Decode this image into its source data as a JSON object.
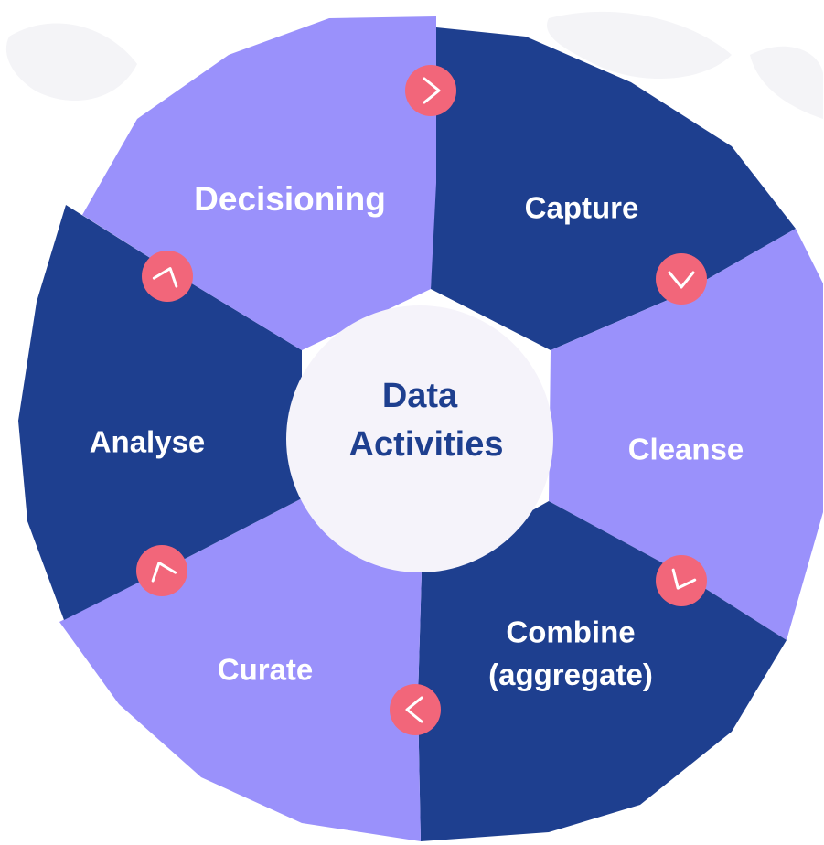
{
  "diagram": {
    "center": {
      "line1": "Data",
      "line2": "Activities"
    },
    "segments": [
      {
        "id": "capture",
        "label_lines": [
          "Capture"
        ]
      },
      {
        "id": "cleanse",
        "label_lines": [
          "Cleanse"
        ]
      },
      {
        "id": "combine",
        "label_lines": [
          "Combine",
          "(aggregate)"
        ]
      },
      {
        "id": "curate",
        "label_lines": [
          "Curate"
        ]
      },
      {
        "id": "analyse",
        "label_lines": [
          "Analyse"
        ]
      },
      {
        "id": "decisioning",
        "label_lines": [
          "Decisioning"
        ]
      }
    ],
    "flow_direction": "clockwise",
    "colors": {
      "dark_blue": "#1e3f8f",
      "lavender": "#9a91fb",
      "arrow_badge": "#f2667a",
      "arrow_glyph": "#ffffff",
      "center_circle": "#f5f3fa",
      "center_text": "#1e3f8f",
      "background": "#ffffff"
    }
  }
}
